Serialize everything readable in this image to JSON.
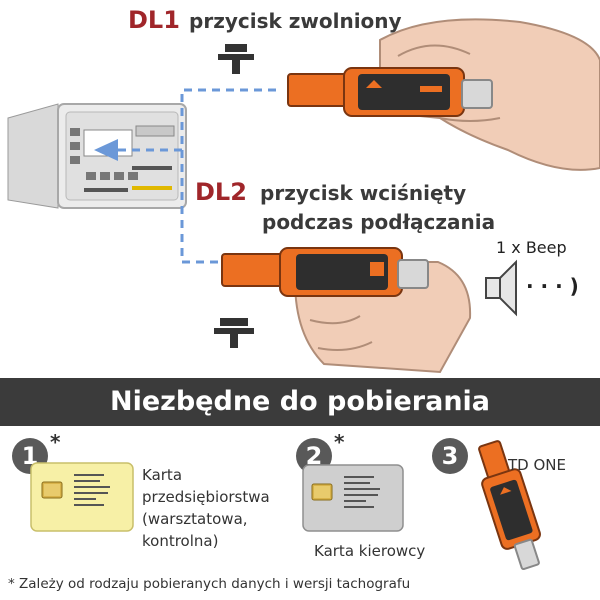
{
  "dl1": {
    "code": "DL1",
    "text": "przycisk zwolniony"
  },
  "dl2": {
    "code": "DL2",
    "text_line1": "przycisk wciśnięty",
    "text_line2": "podczas podłączania"
  },
  "beep_label": "1 x Beep",
  "beep_dots": "· · · )",
  "banner_title": "Niezbędne do pobierania",
  "items": [
    {
      "num": "1",
      "star": "*",
      "caption_lines": [
        "Karta",
        "przedsiębiorstwa",
        "(warsztatowa,",
        "kontrolna)"
      ]
    },
    {
      "num": "2",
      "star": "*",
      "caption_lines": [
        "Karta kierowcy"
      ]
    },
    {
      "num": "3",
      "caption_lines": [
        "TD ONE"
      ]
    }
  ],
  "footnote": "* Zależy od rodzaju pobieranych danych i wersji tachografu",
  "colors": {
    "device_orange": "#ec6f22",
    "dl_red": "#a0262a",
    "dashed_blue": "#6b98d8",
    "banner": "#3b3b3b",
    "card_yellow": "#f7f0a6",
    "card_silver": "#cfcfcf"
  }
}
